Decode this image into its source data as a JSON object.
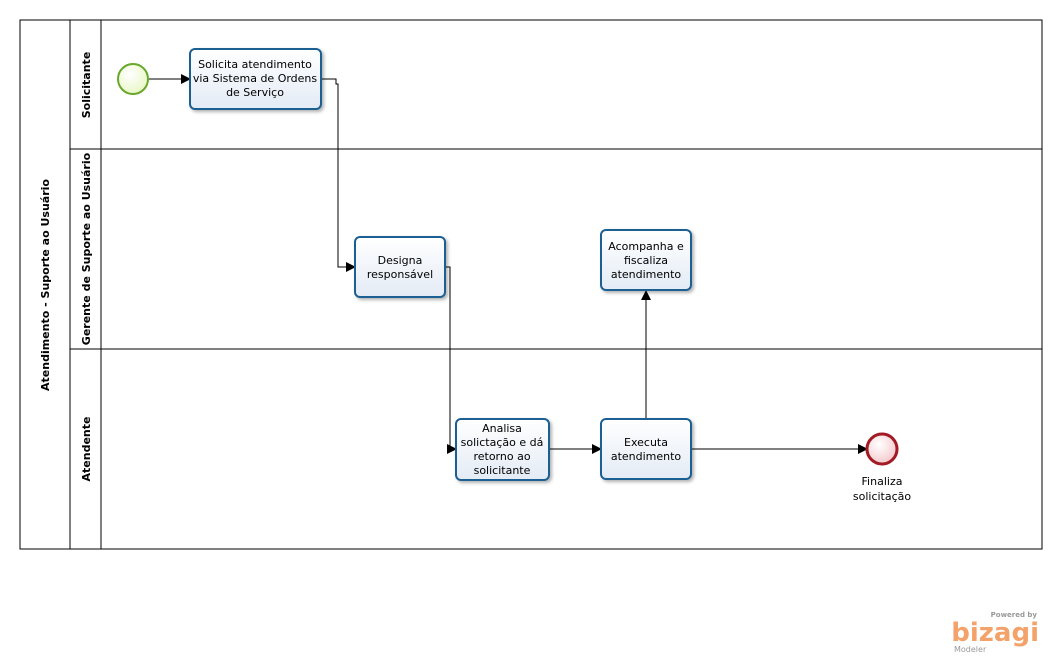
{
  "pool": {
    "title": "Atendimento - Suporte ao Usuário",
    "lanes": [
      {
        "key": "solicitante",
        "label": "Solicitante"
      },
      {
        "key": "gerente",
        "label": "Gerente de Suporte ao Usuário"
      },
      {
        "key": "atendente",
        "label": "Atendente"
      }
    ]
  },
  "tasks": {
    "solicita": [
      "Solicita atendimento",
      "via Sistema de Ordens",
      "de Serviço"
    ],
    "designa": [
      "Designa",
      "responsável"
    ],
    "acompanha": [
      "Acompanha  e",
      "fiscaliza",
      "atendimento"
    ],
    "analisa": [
      "Analisa",
      "solictação e dá",
      "retorno ao",
      "solicitante"
    ],
    "executa": [
      "Executa",
      "atendimento"
    ]
  },
  "end_event": {
    "label": [
      "Finaliza",
      "solicitação"
    ]
  },
  "colors": {
    "start_stroke": "#6aa82c",
    "start_fill": "#e8f7c4",
    "end_stroke": "#a21a24",
    "end_fill": "#f4c6c9",
    "task_stroke": "#1f5f93",
    "brand": "#f3a26a"
  },
  "watermark": {
    "powered": "Powered by",
    "brand": "bizagi",
    "sub": "Modeler"
  }
}
